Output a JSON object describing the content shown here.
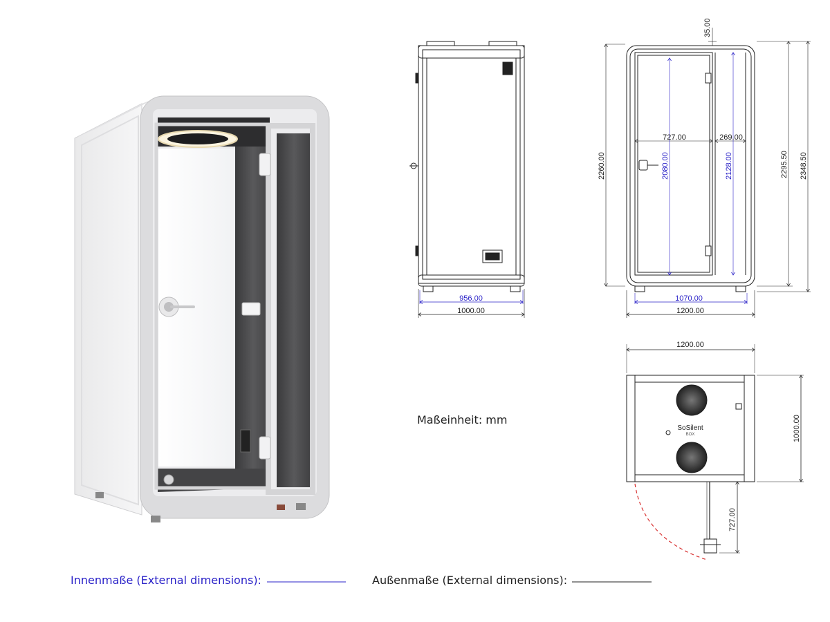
{
  "colors": {
    "inner_dimension": "#2a22c8",
    "outer_dimension": "#222222",
    "door_swing": "#d83030",
    "frame": "#d9d9d9",
    "felt": "#4a4a4c"
  },
  "unit_label": "Maßeinheit: mm",
  "side_view": {
    "inner_width": "956.00",
    "outer_width": "1000.00"
  },
  "front_view": {
    "top_offset": "35.00",
    "door_width": "727.00",
    "panel_width": "269.00",
    "inner_height_door": "2080.00",
    "inner_height": "2128.00",
    "door_frame_height": "2260.00",
    "height_body": "2295.50",
    "height_total": "2348.50",
    "inner_width": "1070.00",
    "outer_width": "1200.00"
  },
  "top_view": {
    "width": "1200.00",
    "depth": "1000.00",
    "door_swing": "727.00",
    "brand": "SoSilent",
    "brand_sub": "BOX"
  },
  "legend": {
    "inner_label": "Innenmaße (External dimensions):",
    "outer_label": "Außenmaße (External dimensions):"
  }
}
